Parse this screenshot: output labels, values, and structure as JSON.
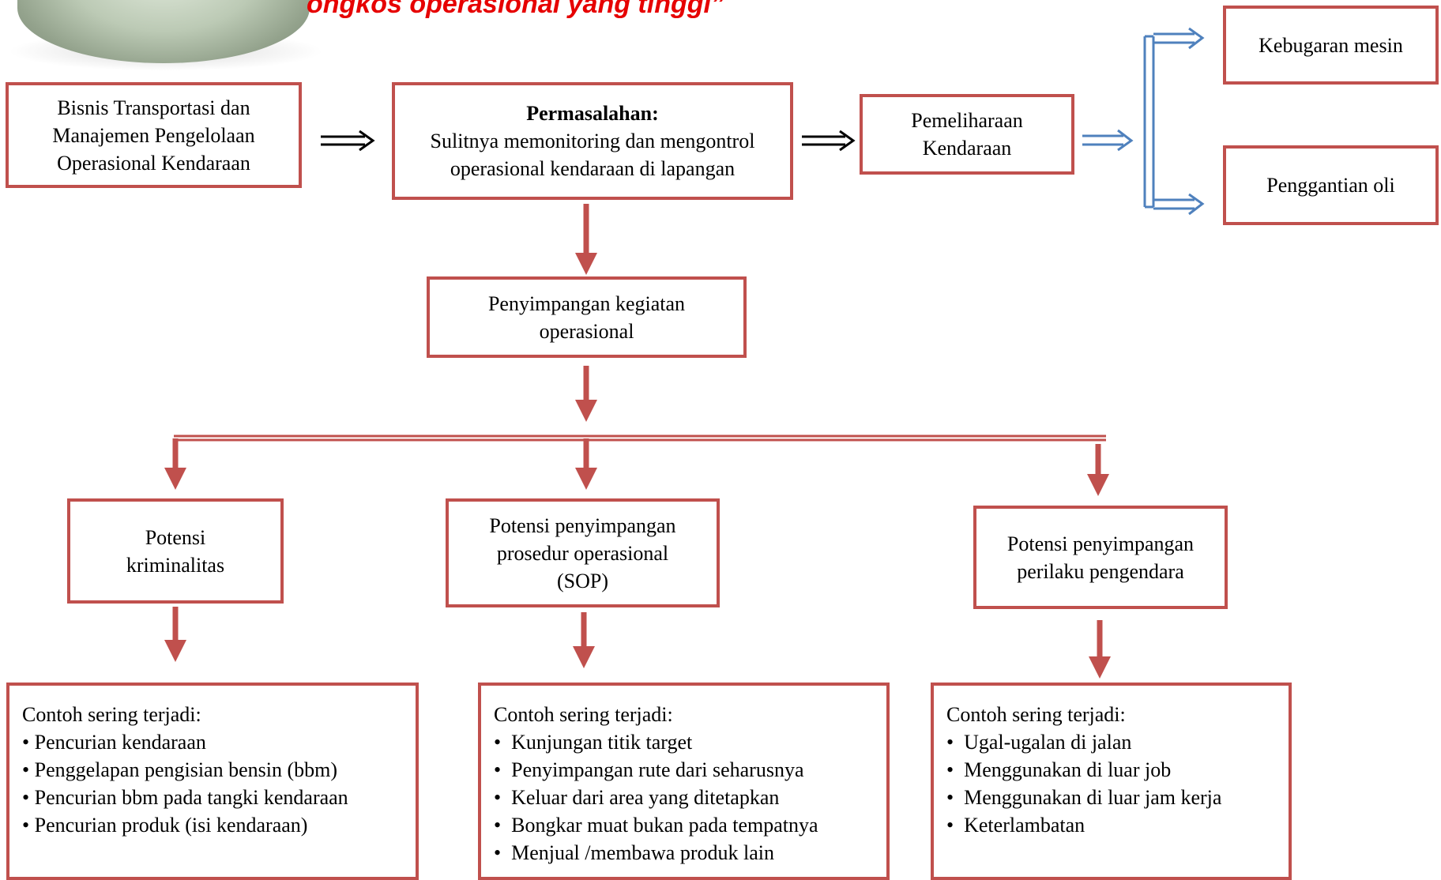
{
  "headline": "ongkos operasional yang tinggi”",
  "boxes": {
    "bisnis": [
      "Bisnis Transportasi  dan",
      "Manajemen  Pengelolaan",
      "Operasional Kendaraan"
    ],
    "permasalahan": {
      "title": "Permasalahan:",
      "lines": [
        "Sulitnya memonitoring dan mengontrol",
        "operasional  kendaraan di lapangan"
      ]
    },
    "pemeliharaan": [
      "Pemeliharaan",
      "Kendaraan"
    ],
    "kebugaran": "Kebugaran mesin",
    "oli": "Penggantian oli",
    "penyimpangan": [
      "Penyimpangan  kegiatan",
      "operasional"
    ],
    "kriminalitas": [
      "Potensi",
      "kriminalitas"
    ],
    "sop": [
      "Potensi penyimpangan",
      "prosedur operasional",
      "(SOP)"
    ],
    "perilaku": [
      "Potensi penyimpangan",
      "perilaku pengendara"
    ]
  },
  "examples": {
    "kriminalitas": {
      "title": "Contoh sering terjadi:",
      "items": [
        "Pencurian kendaraan",
        "Penggelapan pengisian bensin (bbm)",
        "Pencurian bbm pada tangki kendaraan",
        "Pencurian produk (isi kendaraan)"
      ]
    },
    "sop": {
      "title": "Contoh sering terjadi:",
      "items": [
        "Kunjungan titik target",
        "Penyimpangan rute dari seharusnya",
        "Keluar dari area yang ditetapkan",
        "Bongkar muat  bukan pada tempatnya",
        "Menjual /membawa produk lain"
      ]
    },
    "perilaku": {
      "title": "Contoh sering terjadi:",
      "items": [
        "Ugal-ugalan di jalan",
        "Menggunakan di luar job",
        "Menggunakan di luar jam kerja",
        "Keterlambatan"
      ]
    }
  },
  "bullet": "•",
  "colors": {
    "box_border": "#c0504d",
    "arrow_red": "#c0504d",
    "arrow_blue": "#4f81bd",
    "arrow_black": "#000000",
    "headline": "#e60000"
  },
  "icons": {
    "product": "oil-can-image"
  }
}
